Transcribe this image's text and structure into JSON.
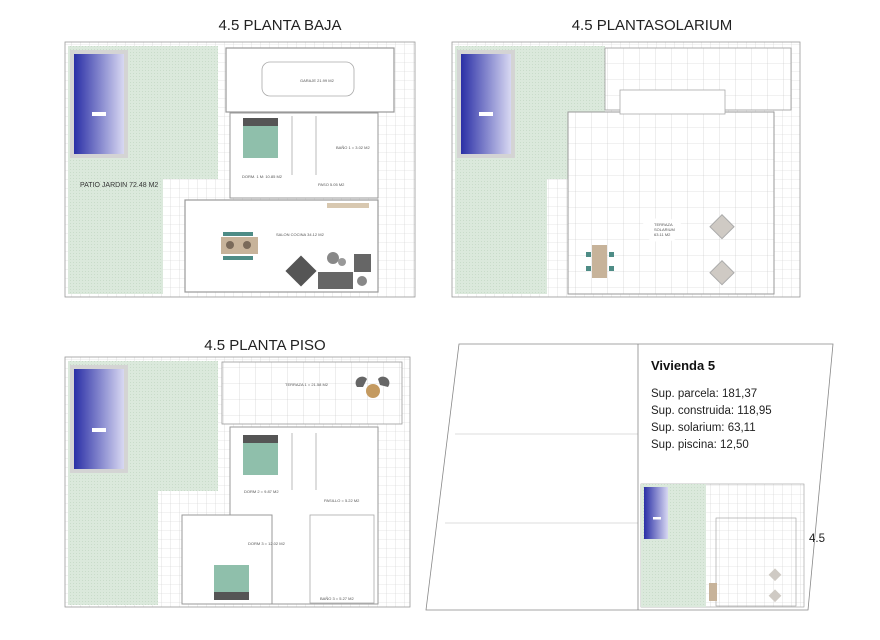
{
  "plans": {
    "ground": {
      "title": "4.5 PLANTA BAJA",
      "rooms": {
        "patio": "PATIO JARDIN 72.48 M2",
        "garage": "GARAJE 21.99 M2",
        "bedroom": "DORM. 1 M: 10.85 M2",
        "bath": "BAÑO 1 = 3.02 M2",
        "hall": "PASO 5.05 M2",
        "living": "SALON COCINA 34.12 M2"
      }
    },
    "solarium": {
      "title": "4.5 PLANTASOLARIUM",
      "rooms": {
        "terrace_1": "TERRAZA",
        "terrace_2": "SOLARIUM",
        "terrace_3": "63.11 M2"
      }
    },
    "first": {
      "title": "4.5 PLANTA PISO",
      "rooms": {
        "terrace": "TERRAZA 1 = 21.58 M2",
        "bedroom2": "DORM 2 = 9.87 M2",
        "corridor": "PASILLO = 5.22 M2",
        "bedroom3": "DORM 3 = 12.02 M2",
        "bath3": "BAÑO 3 = 5.27 M2"
      }
    }
  },
  "summary": {
    "title": "Vivienda  5",
    "lines": [
      "Sup. parcela: 181,37",
      "Sup. construida: 118,95",
      "Sup. solarium: 63,11",
      "Sup. piscina: 12,50"
    ],
    "lot_label": "4.5"
  },
  "colors": {
    "pool_dark": "#2a2fa6",
    "pool_light": "#d8d8f2",
    "garden": "#dbe9dc",
    "bed": "#8fbfab",
    "wall": "#9a9a9a"
  }
}
